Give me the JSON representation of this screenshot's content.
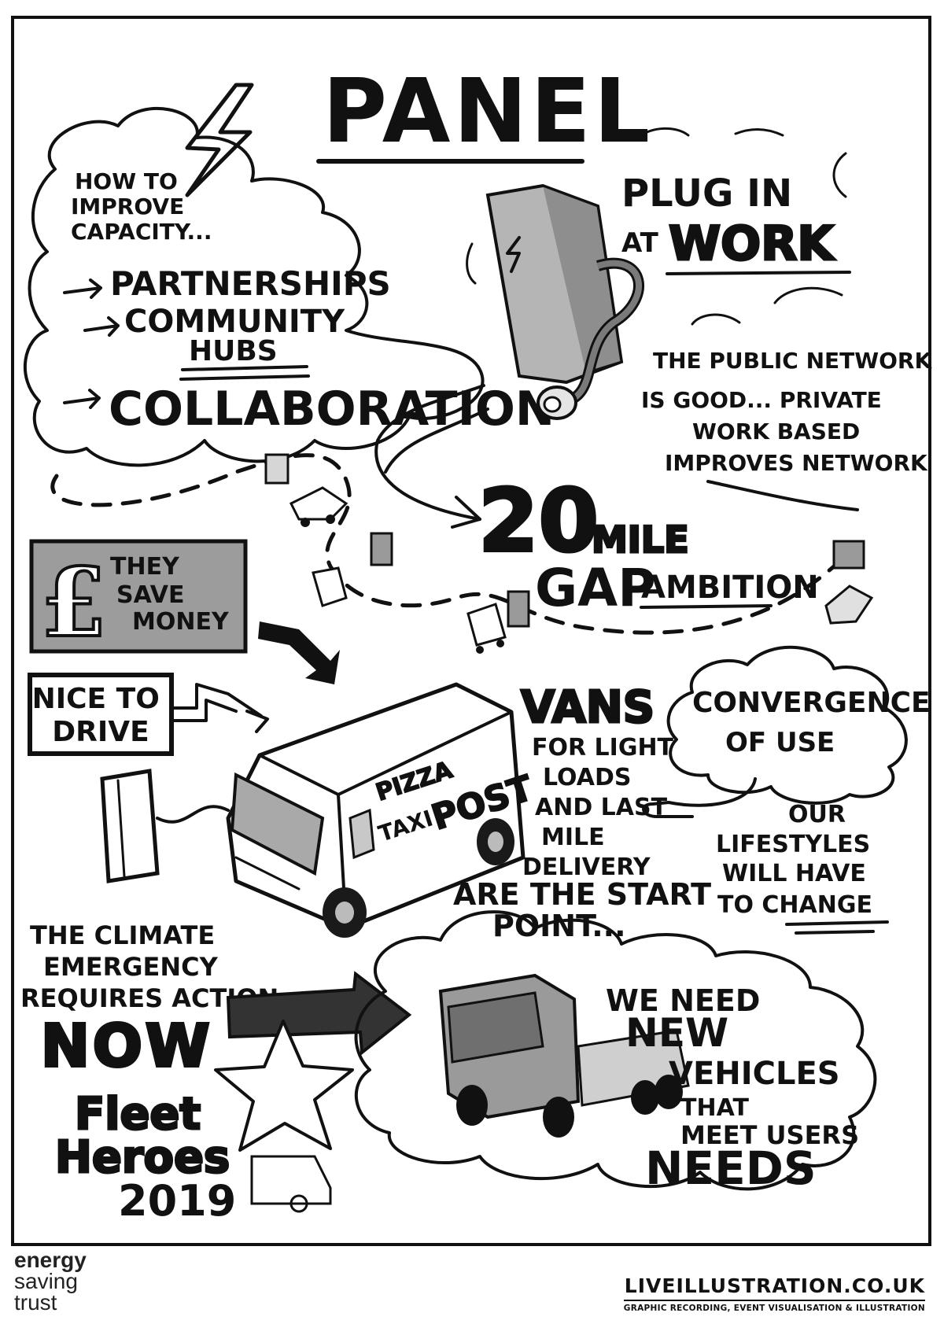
{
  "title": "PANEL",
  "capacity_cloud": {
    "heading": [
      "HOW TO",
      "IMPROVE",
      "CAPACITY..."
    ],
    "items": [
      "PARTNERSHIPS",
      "COMMUNITY",
      "HUBS",
      "COLLABORATION"
    ]
  },
  "plugin": {
    "line1": "PLUG IN",
    "line2a": "AT",
    "line2b": "WORK"
  },
  "public_network": [
    "THE PUBLIC NETWORK",
    "IS GOOD... PRIVATE",
    "WORK BASED",
    "IMPROVES NETWORK"
  ],
  "mile_gap": {
    "number": "20",
    "line1": "MILE",
    "line2a": "GAP",
    "line2b": "AMBITION"
  },
  "save_money": [
    "THEY",
    "SAVE",
    "MONEY"
  ],
  "currency_symbol": "£",
  "nice_drive": [
    "NICE TO",
    "DRIVE"
  ],
  "van_labels": [
    "PIZZA",
    "TAXI",
    "POST"
  ],
  "vans_text": [
    "VANS",
    "FOR LIGHT",
    "LOADS",
    "AND LAST",
    "MILE",
    "DELIVERY",
    "ARE THE START",
    "POINT..."
  ],
  "convergence": [
    "CONVERGENCE",
    "OF USE"
  ],
  "lifestyles": [
    "OUR",
    "LIFESTYLES",
    "WILL HAVE",
    "TO CHANGE"
  ],
  "climate": [
    "THE CLIMATE",
    "EMERGENCY",
    "REQUIRES ACTION",
    "NOW"
  ],
  "new_vehicles": [
    "WE NEED",
    "NEW",
    "VEHICLES",
    "THAT",
    "MEET USERS",
    "NEEDS"
  ],
  "fleet_heroes": [
    "Fleet",
    "Heroes",
    "2019"
  ],
  "footer": {
    "logo": [
      "energy",
      "saving",
      "trust"
    ],
    "site": "LIVEILLUSTRATION.CO.UK",
    "tagline": "GRAPHIC RECORDING, EVENT VISUALISATION & ILLUSTRATION"
  },
  "colors": {
    "ink": "#111111",
    "fill_grey": "#9a9a9a",
    "light_grey": "#d6d6d6",
    "frame_grey": "#888888"
  },
  "icons": [
    "lightning-icon",
    "charger-icon",
    "car-icon",
    "van-icon",
    "truck-icon",
    "star-icon",
    "pound-icon",
    "arrow-icon"
  ]
}
